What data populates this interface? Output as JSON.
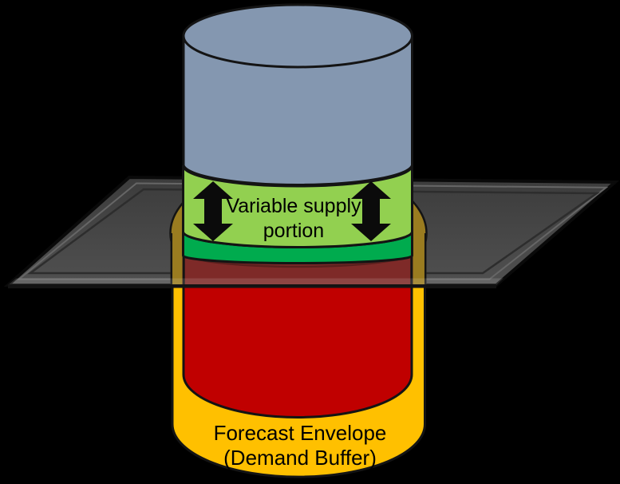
{
  "diagram": {
    "labels": {
      "variable_supply_line1": "Variable supply",
      "variable_supply_line2": "portion",
      "forecast_line1": "Forecast Envelope",
      "forecast_line2": "(Demand Buffer)"
    },
    "colors": {
      "background": "#000000",
      "supply_cylinder_blue": "#8497B0",
      "variable_supply_green": "#92D050",
      "committed_supply_green": "#00AB4E",
      "demand_red": "#C00000",
      "forecast_envelope_yellow": "#FFC000",
      "envelope_behind_plane_olive": "#9A7C20",
      "demand_behind_plane_maroon": "#7E2A28",
      "red_rim_behind_plane": "#5A1F1D",
      "plane_gray_top": "#3C3C3C",
      "plane_gray_bottom": "#505050",
      "plane_bevel_light": "#666666",
      "plane_bevel_dark": "#2D2D2D",
      "outline_black": "#141414",
      "arrow_black": "#0B0B0B",
      "label_text": "#000000"
    },
    "icons": {
      "left_arrow": "double-headed-vertical-arrow",
      "right_arrow": "double-headed-vertical-arrow"
    }
  }
}
